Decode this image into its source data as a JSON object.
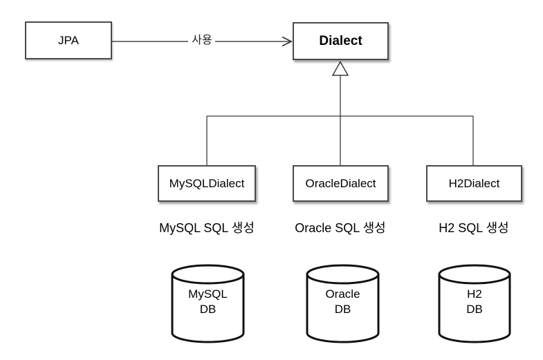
{
  "diagram": {
    "jpa_label": "JPA",
    "use_edge_label": "사용",
    "dialect_label": "Dialect",
    "subclasses": [
      {
        "label": "MySQLDialect",
        "caption": "MySQL SQL 생성",
        "db_name": "MySQL",
        "db_suffix": "DB"
      },
      {
        "label": "OracleDialect",
        "caption": "Oracle SQL 생성",
        "db_name": "Oracle",
        "db_suffix": "DB"
      },
      {
        "label": "H2Dialect",
        "caption": "H2 SQL 생성",
        "db_name": "H2",
        "db_suffix": "DB"
      }
    ],
    "colors": {
      "box_border": "#4a4a4a",
      "connector_line": "#444444",
      "text": "#000000",
      "background": "#ffffff"
    }
  }
}
